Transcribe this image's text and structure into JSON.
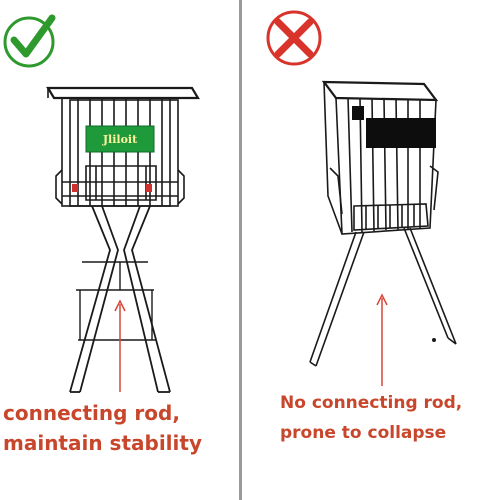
{
  "left_panel": {
    "verdict_icon": "check-mark-icon",
    "verdict_color": "#2e9a2e",
    "brand_label_text": "Jliloit",
    "brand_label_color": "#1f9a3a",
    "caption_line1": "connecting rod,",
    "caption_line2": "maintain stability"
  },
  "right_panel": {
    "verdict_icon": "cross-mark-icon",
    "verdict_color": "#d9342b",
    "caption_line1": "No connecting rod,",
    "caption_line2": "prone to collapse"
  },
  "colors": {
    "caption": "#c8472c",
    "arrow": "#d9453a",
    "wire": "#1a1a1a",
    "divider": "#9a9a9a"
  }
}
